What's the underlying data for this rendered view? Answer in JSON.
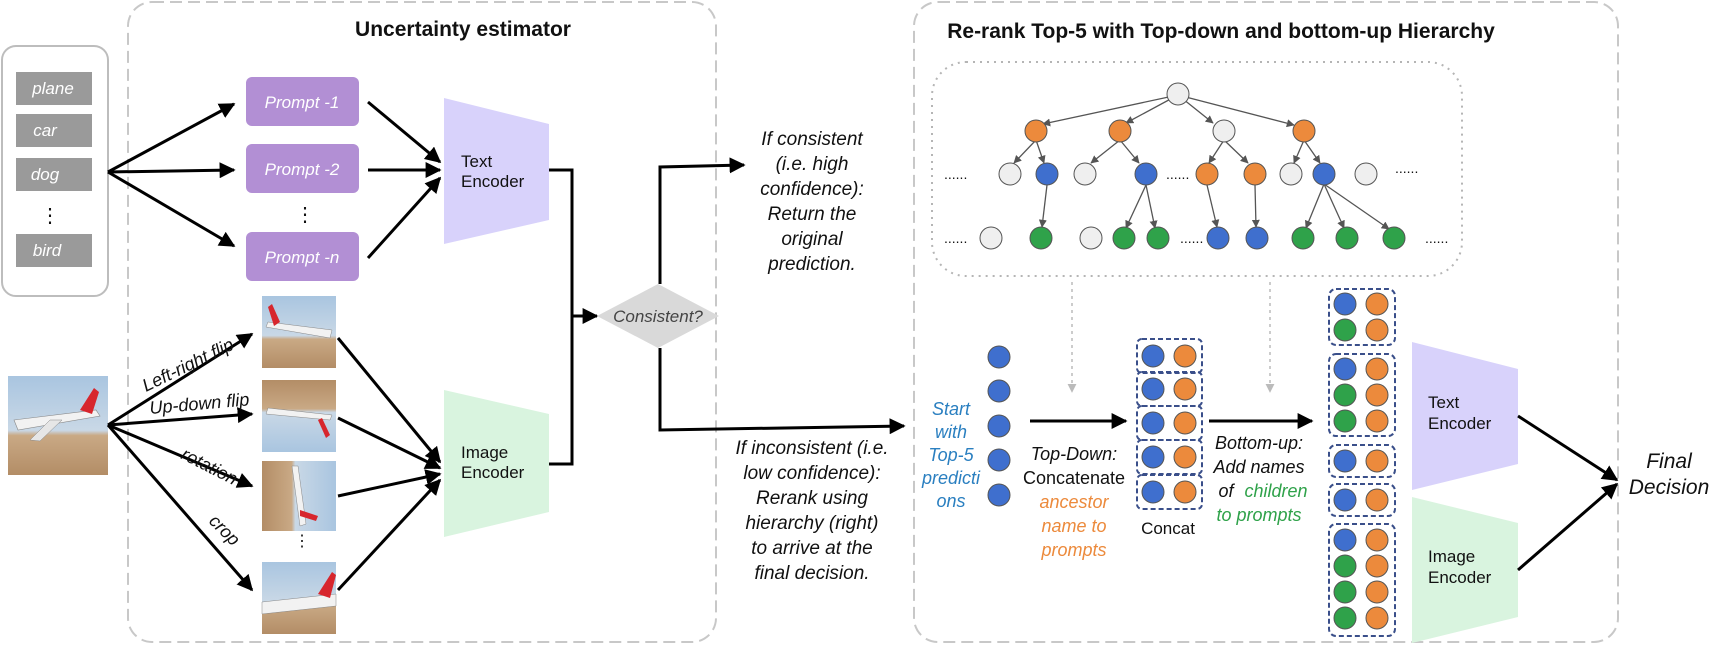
{
  "class_labels": [
    "plane",
    "car",
    "dog",
    "⋮",
    "bird"
  ],
  "uncertainty": {
    "title": "Uncertainty estimator",
    "prompts": [
      "Prompt -1",
      "Prompt -2",
      "Prompt -n"
    ],
    "prompt_ellipsis": "⋮",
    "text_encoder": [
      "Text",
      "Encoder"
    ],
    "image_encoder": [
      "Image",
      "Encoder"
    ],
    "augmentations": [
      "Left-right flip",
      "Up-down flip",
      "rotation",
      "crop"
    ],
    "aug_ellipsis": "⋮",
    "consistent_label": "Consistent?"
  },
  "consistent_text": [
    "If consistent",
    "(i.e. high",
    "confidence):",
    "Return the",
    "original",
    "prediction."
  ],
  "inconsistent_text": [
    "If inconsistent (i.e.",
    "low confidence):",
    "Rerank using",
    "hierarchy (right)",
    "to arrive at the",
    "final decision."
  ],
  "rerank": {
    "title": "Re-rank Top-5 with Top-down and bottom-up Hierarchy",
    "tree_ellipsis": "......",
    "start_text": [
      "Start",
      "with",
      "Top-5",
      "predicti",
      "ons"
    ],
    "topdown_text": [
      "Top-Down:",
      "Concatenate",
      "ancestor",
      "name to",
      "prompts"
    ],
    "concat_label": "Concat",
    "bottomup_text": [
      "Bottom-up:",
      "Add names",
      "of",
      "children",
      "to prompts"
    ],
    "text_encoder": [
      "Text",
      "Encoder"
    ],
    "image_encoder": [
      "Image",
      "Encoder"
    ],
    "final_decision": [
      "Final",
      "Decision"
    ]
  },
  "colors": {
    "prompt_box": "#b28fd4",
    "text_encoder": "#d8d2fb",
    "image_encoder": "#d9f4df",
    "class_box": "#9a9a9a",
    "diamond": "#d9d9d9",
    "node_blue": "#3f6fce",
    "node_orange": "#ec8a3c",
    "node_green": "#2fa24a",
    "node_grey": "#efefef",
    "accent_blue_text": "#2a7fc0",
    "accent_orange_text": "#ec8a3c",
    "accent_green_text": "#2fa24a"
  }
}
